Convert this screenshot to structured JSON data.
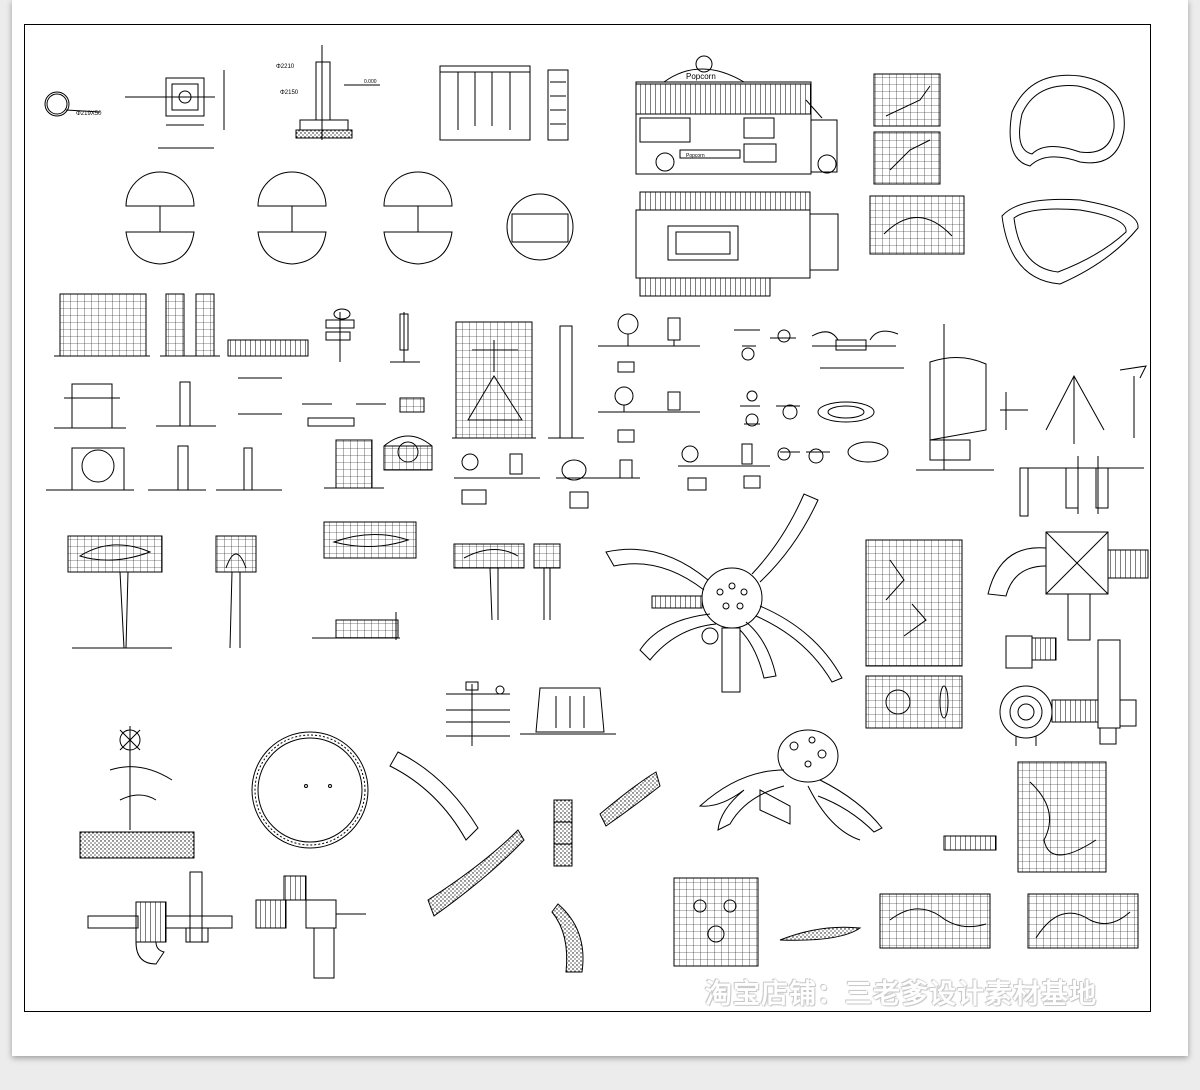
{
  "page": {
    "watermark": "淘宝店铺：三老爹设计素材基地"
  },
  "labels": {
    "pipe_spec": "Φ219X50",
    "pipe_d1": "Φ2210",
    "pipe_d2": "Φ2150",
    "truck_sign": "Popcorn",
    "truck_sign_small": "Popcorn",
    "height_mark": "0.000"
  },
  "colors": {
    "line": "#000000",
    "paper": "#ffffff",
    "backdrop": "#ececec"
  }
}
